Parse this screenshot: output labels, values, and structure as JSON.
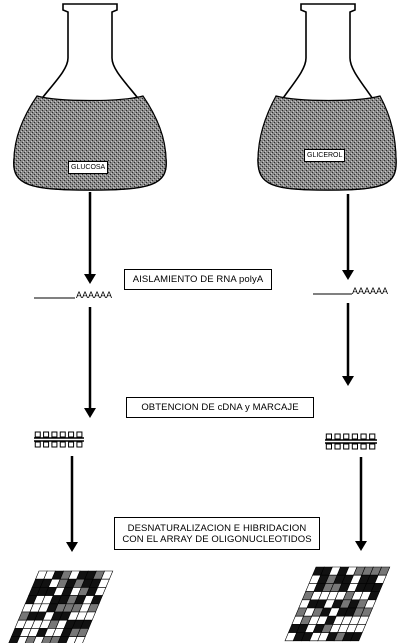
{
  "flasks": [
    {
      "label": "GLUCOSA"
    },
    {
      "label": "GLICEROL"
    }
  ],
  "steps": [
    {
      "text": "AISLAMIENTO DE RNA polyA"
    },
    {
      "text": "OBTENCION DE cDNA y MARCAJE"
    },
    {
      "line1": "DESNATURALIZACION E HIBRIDACION",
      "line2": "CON EL ARRAY DE OLIGONUCLEOTIDOS"
    }
  ],
  "polyA_tail": "AAAAAA",
  "colors": {
    "ink": "#000000",
    "medium": "#6a6a6a",
    "paper": "#ffffff"
  }
}
